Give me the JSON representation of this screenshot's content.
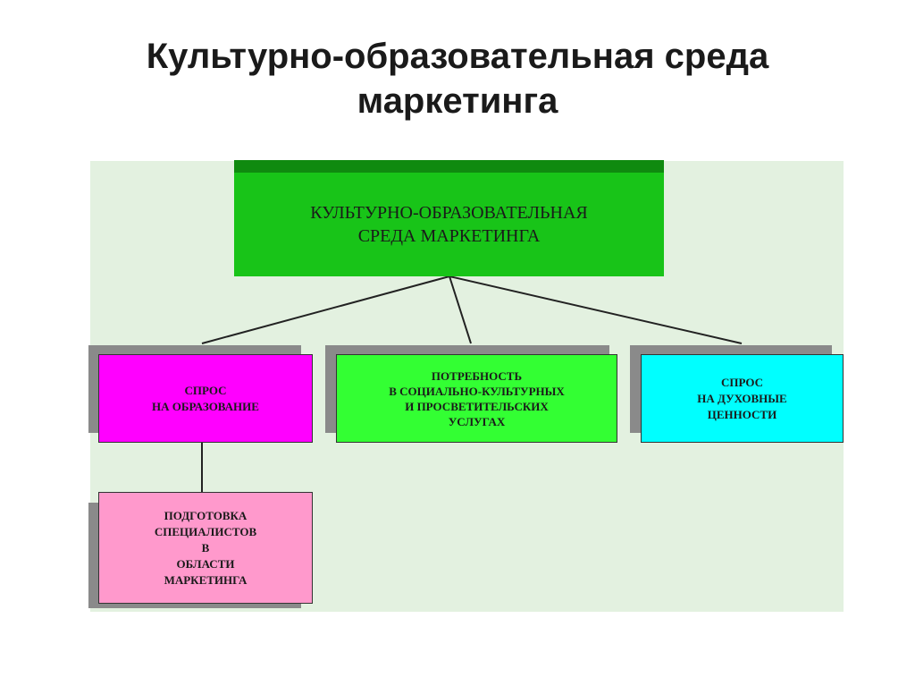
{
  "slide": {
    "title_line1": "Культурно-образовательная среда",
    "title_line2": "маркетинга"
  },
  "diagram": {
    "root": {
      "line1": "КУЛЬТУРНО-ОБРАЗОВАТЕЛЬНАЯ",
      "line2": "СРЕДА МАРКЕТИНГА",
      "color": "#18c418"
    },
    "education_demand": {
      "line1": "СПРОС",
      "line2": "НА ОБРАЗОВАНИЕ",
      "color": "#ff00ff"
    },
    "sociocultural_need": {
      "line1": "ПОТРЕБНОСТЬ",
      "line2": "В СОЦИАЛЬНО-КУЛЬТУРНЫХ",
      "line3": "И ПРОСВЕТИТЕЛЬСКИХ",
      "line4": "УСЛУГАХ",
      "color": "#33ff33"
    },
    "spiritual_demand": {
      "line1": "СПРОС",
      "line2": "НА ДУХОВНЫЕ",
      "line3": "ЦЕННОСТИ",
      "color": "#00ffff"
    },
    "specialist_training": {
      "line1": "ПОДГОТОВКА",
      "line2": "СПЕЦИАЛИСТОВ",
      "line3": "В",
      "line4": "ОБЛАСТИ",
      "line5": "МАРКЕТИНГА",
      "color": "#ff99cc"
    }
  }
}
